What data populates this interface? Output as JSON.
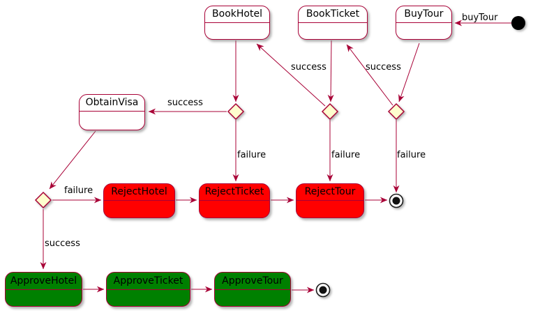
{
  "diagram": {
    "kind": "state-diagram",
    "colors": {
      "line": "#A80036",
      "state_fill": "#FFFFFF",
      "reject_fill": "#FF0000",
      "approve_fill": "#008000",
      "choice_fill": "#FEFECE",
      "text": "#000000",
      "background": "#FFFFFF"
    }
  },
  "states": {
    "book_hotel": {
      "label": "BookHotel"
    },
    "book_ticket": {
      "label": "BookTicket"
    },
    "buy_tour": {
      "label": "BuyTour"
    },
    "obtain_visa": {
      "label": "ObtainVisa"
    },
    "reject_hotel": {
      "label": "RejectHotel"
    },
    "reject_ticket": {
      "label": "RejectTicket"
    },
    "reject_tour": {
      "label": "RejectTour"
    },
    "approve_hotel": {
      "label": "ApproveHotel"
    },
    "approve_ticket": {
      "label": "ApproveTicket"
    },
    "approve_tour": {
      "label": "ApproveTour"
    }
  },
  "transitions": {
    "entry": {
      "label": "buyTour"
    },
    "tour_success": {
      "label": "success"
    },
    "ticket_success": {
      "label": "success"
    },
    "hotel_success": {
      "label": "success"
    },
    "visa_success": {
      "label": "success"
    },
    "hotel_failure": {
      "label": "failure"
    },
    "ticket_failure": {
      "label": "failure"
    },
    "tour_failure": {
      "label": "failure"
    },
    "visa_failure": {
      "label": "failure"
    }
  }
}
